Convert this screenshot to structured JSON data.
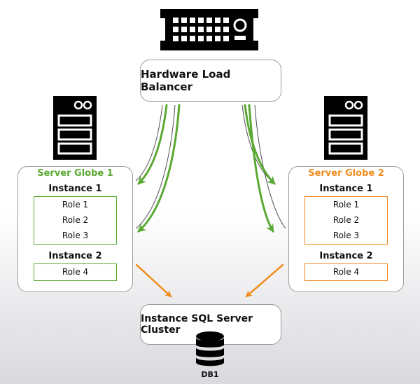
{
  "load_balancer": {
    "label": "Hardware Load Balancer"
  },
  "servers": [
    {
      "title": "Server Globe 1",
      "color": "#5aa832",
      "instances": [
        {
          "title": "Instance 1",
          "roles": [
            "Role 1",
            "Role 2",
            "Role 3"
          ]
        },
        {
          "title": "Instance 2",
          "roles": [
            "Role 4"
          ]
        }
      ]
    },
    {
      "title": "Server Globe 2",
      "color": "#f28c1e",
      "instances": [
        {
          "title": "Instance 1",
          "roles": [
            "Role 1",
            "Role 2",
            "Role 3"
          ]
        },
        {
          "title": "Instance 2",
          "roles": [
            "Role 4"
          ]
        }
      ]
    }
  ],
  "sql_cluster": {
    "label": "Instance SQL Server Cluster"
  },
  "database": {
    "label": "DB1"
  },
  "icons": {
    "load_balancer": "load-balancer-device-icon",
    "server": "server-rack-icon",
    "database": "database-icon"
  },
  "colors": {
    "green": "#5aa832",
    "orange": "#f28c1e",
    "line": "#111111"
  }
}
